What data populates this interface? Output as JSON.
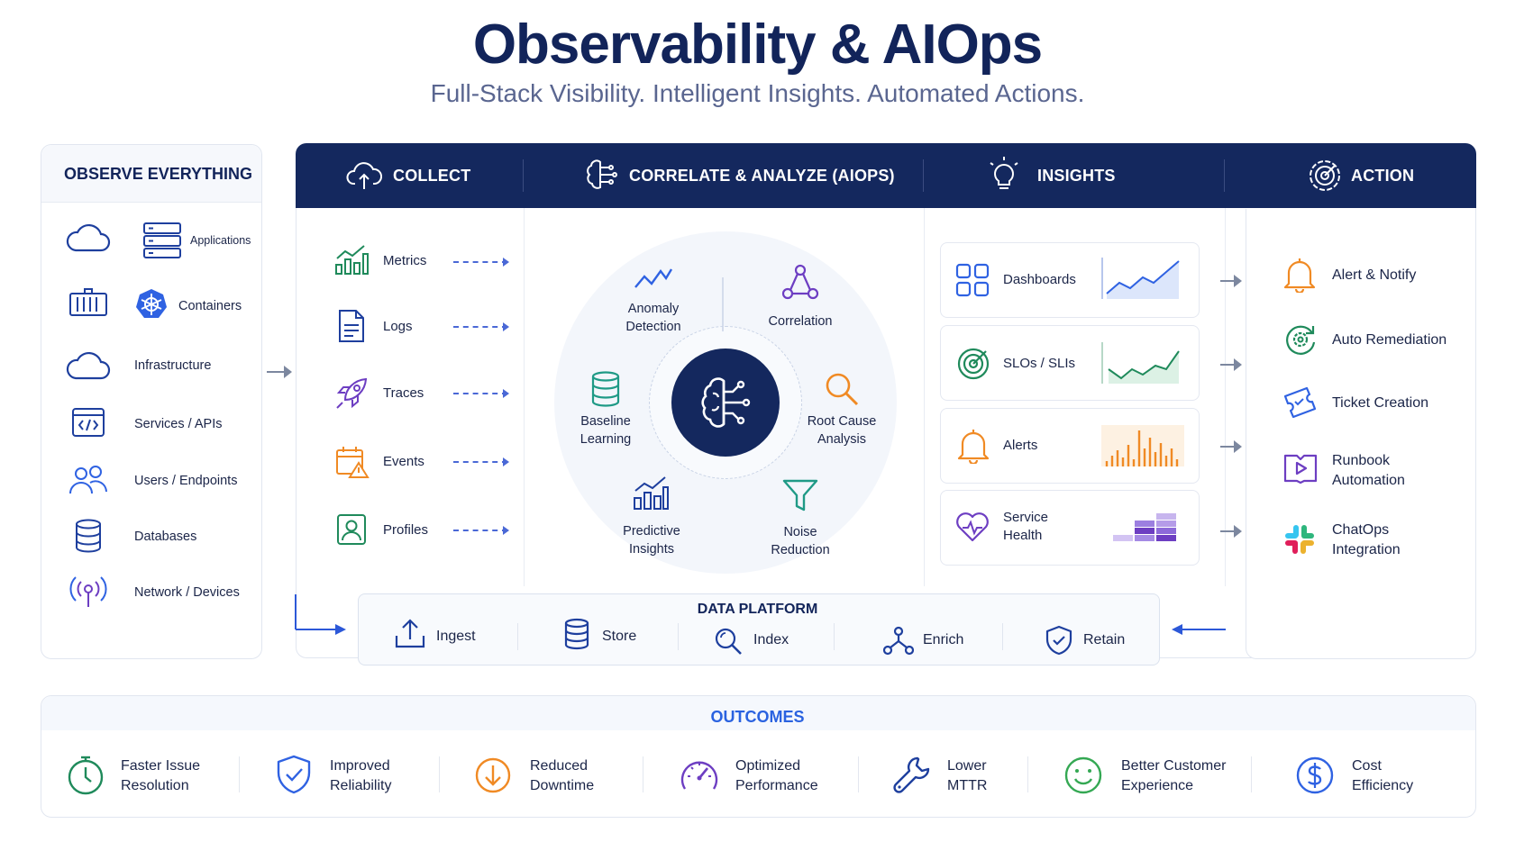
{
  "header": {
    "title": "Observability & AIOps",
    "subtitle": "Full-Stack Visibility. Intelligent Insights. Automated Actions."
  },
  "observe": {
    "title": "OBSERVE EVERYTHING",
    "items": [
      {
        "label": "Applications",
        "icon": "server-stack-icon"
      },
      {
        "label": "Containers",
        "icon": "kubernetes-icon"
      },
      {
        "label": "Infrastructure",
        "icon": "cloud-icon"
      },
      {
        "label": "Services / APIs",
        "icon": "code-window-icon"
      },
      {
        "label": "Users / Endpoints",
        "icon": "users-icon"
      },
      {
        "label": "Databases",
        "icon": "database-icon"
      },
      {
        "label": "Network / Devices",
        "icon": "antenna-icon"
      }
    ]
  },
  "columns": [
    {
      "label": "COLLECT",
      "icon": "cloud-upload-icon"
    },
    {
      "label": "CORRELATE & ANALYZE (AIOPS)",
      "icon": "brain-chip-icon"
    },
    {
      "label": "INSIGHTS",
      "icon": "lightbulb-icon"
    },
    {
      "label": "ACTION",
      "icon": "target-gear-icon"
    }
  ],
  "collect": [
    {
      "label": "Metrics",
      "icon": "bar-chart-icon"
    },
    {
      "label": "Logs",
      "icon": "document-icon"
    },
    {
      "label": "Traces",
      "icon": "rocket-icon"
    },
    {
      "label": "Events",
      "icon": "calendar-alert-icon"
    },
    {
      "label": "Profiles",
      "icon": "profile-icon"
    }
  ],
  "aiops": {
    "anomaly": [
      "Anomaly",
      "Detection"
    ],
    "correlation": "Correlation",
    "baseline": [
      "Baseline",
      "Learning"
    ],
    "root_cause": [
      "Root Cause",
      "Analysis"
    ],
    "predictive": [
      "Predictive",
      "Insights"
    ],
    "noise": [
      "Noise",
      "Reduction"
    ]
  },
  "insights": [
    {
      "label": "Dashboards",
      "icon": "grid-icon"
    },
    {
      "label": "SLOs / SLIs",
      "icon": "target-icon"
    },
    {
      "label": "Alerts",
      "icon": "bell-icon"
    },
    {
      "label_lines": [
        "Service",
        "Health"
      ],
      "icon": "heart-pulse-icon"
    }
  ],
  "actions": [
    {
      "lines": [
        "Alert & Notify"
      ],
      "icon": "bell-icon"
    },
    {
      "lines": [
        "Auto Remediation"
      ],
      "icon": "gear-refresh-icon"
    },
    {
      "lines": [
        "Ticket Creation"
      ],
      "icon": "ticket-icon"
    },
    {
      "lines": [
        "Runbook",
        "Automation"
      ],
      "icon": "play-book-icon"
    },
    {
      "lines": [
        "ChatOps",
        "Integration"
      ],
      "icon": "slack-icon"
    }
  ],
  "data_platform": {
    "title": "DATA PLATFORM",
    "items": [
      {
        "label": "Ingest",
        "icon": "upload-icon"
      },
      {
        "label": "Store",
        "icon": "database-icon"
      },
      {
        "label": "Index",
        "icon": "search-icon"
      },
      {
        "label": "Enrich",
        "icon": "network-icon"
      },
      {
        "label": "Retain",
        "icon": "shield-check-icon"
      }
    ]
  },
  "outcomes": {
    "title": "OUTCOMES",
    "items": [
      {
        "lines": [
          "Faster Issue",
          "Resolution"
        ],
        "icon": "stopwatch-icon"
      },
      {
        "lines": [
          "Improved",
          "Reliability"
        ],
        "icon": "shield-check-icon"
      },
      {
        "lines": [
          "Reduced",
          "Downtime"
        ],
        "icon": "arrow-down-circle-icon"
      },
      {
        "lines": [
          "Optimized",
          "Performance"
        ],
        "icon": "gauge-icon"
      },
      {
        "lines": [
          "Lower",
          "MTTR"
        ],
        "icon": "wrench-icon"
      },
      {
        "lines": [
          "Better Customer",
          "Experience"
        ],
        "icon": "smiley-icon"
      },
      {
        "lines": [
          "Cost",
          "Efficiency"
        ],
        "icon": "dollar-icon"
      }
    ]
  },
  "colors": {
    "navy": "#14285e",
    "blue": "#2c58d8",
    "green": "#1f8a5b",
    "orange": "#f08a24",
    "purple": "#6d3ec2"
  }
}
